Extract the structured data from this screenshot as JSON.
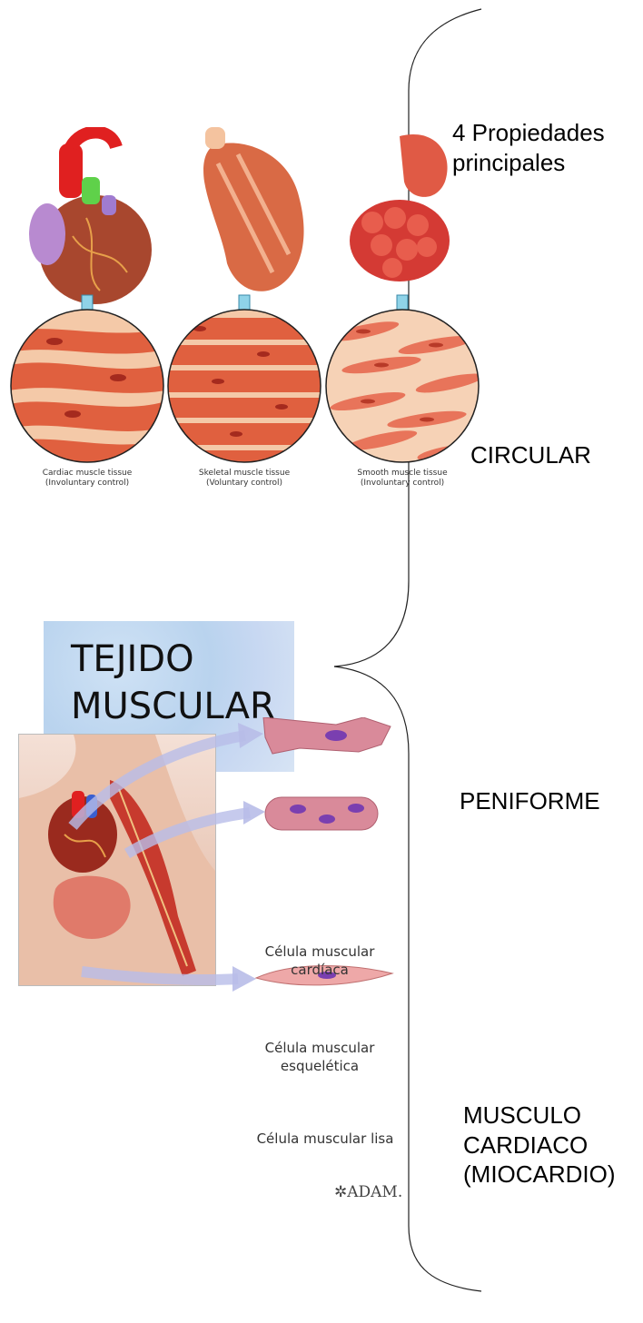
{
  "title": {
    "line1": "TEJIDO",
    "line2": "MUSCULAR"
  },
  "branches": {
    "properties": {
      "line1": "4 Propiedades",
      "line2": "principales"
    },
    "circular": "CIRCULAR",
    "peniforme": "PENIFORME",
    "cardiac": {
      "line1": "MUSCULO",
      "line2": "CARDIACO",
      "line3": "(MIOCARDIO)"
    }
  },
  "upper_figure": {
    "tissues": [
      {
        "name": "Cardiac muscle tissue",
        "control": "(Involuntary control)"
      },
      {
        "name": "Skeletal muscle tissue",
        "control": "(Voluntary control)"
      },
      {
        "name": "Smooth muscle tissue",
        "control": "(Involuntary control)"
      }
    ],
    "colors": {
      "arrow": "#8fd3e8",
      "tissue": "#e0603f",
      "tissue_light": "#f4c9a8"
    }
  },
  "lower_figure": {
    "cells": [
      {
        "line1": "Célula muscular",
        "line2": "cardíaca"
      },
      {
        "line1": "Célula muscular",
        "line2": "esquelética"
      },
      {
        "line1": "Célula muscular lisa",
        "line2": ""
      }
    ],
    "credit": "ADAM.",
    "colors": {
      "arrow": "#b8bde8",
      "cell": "#d98a9a",
      "nucleus": "#7a3fb0"
    }
  }
}
